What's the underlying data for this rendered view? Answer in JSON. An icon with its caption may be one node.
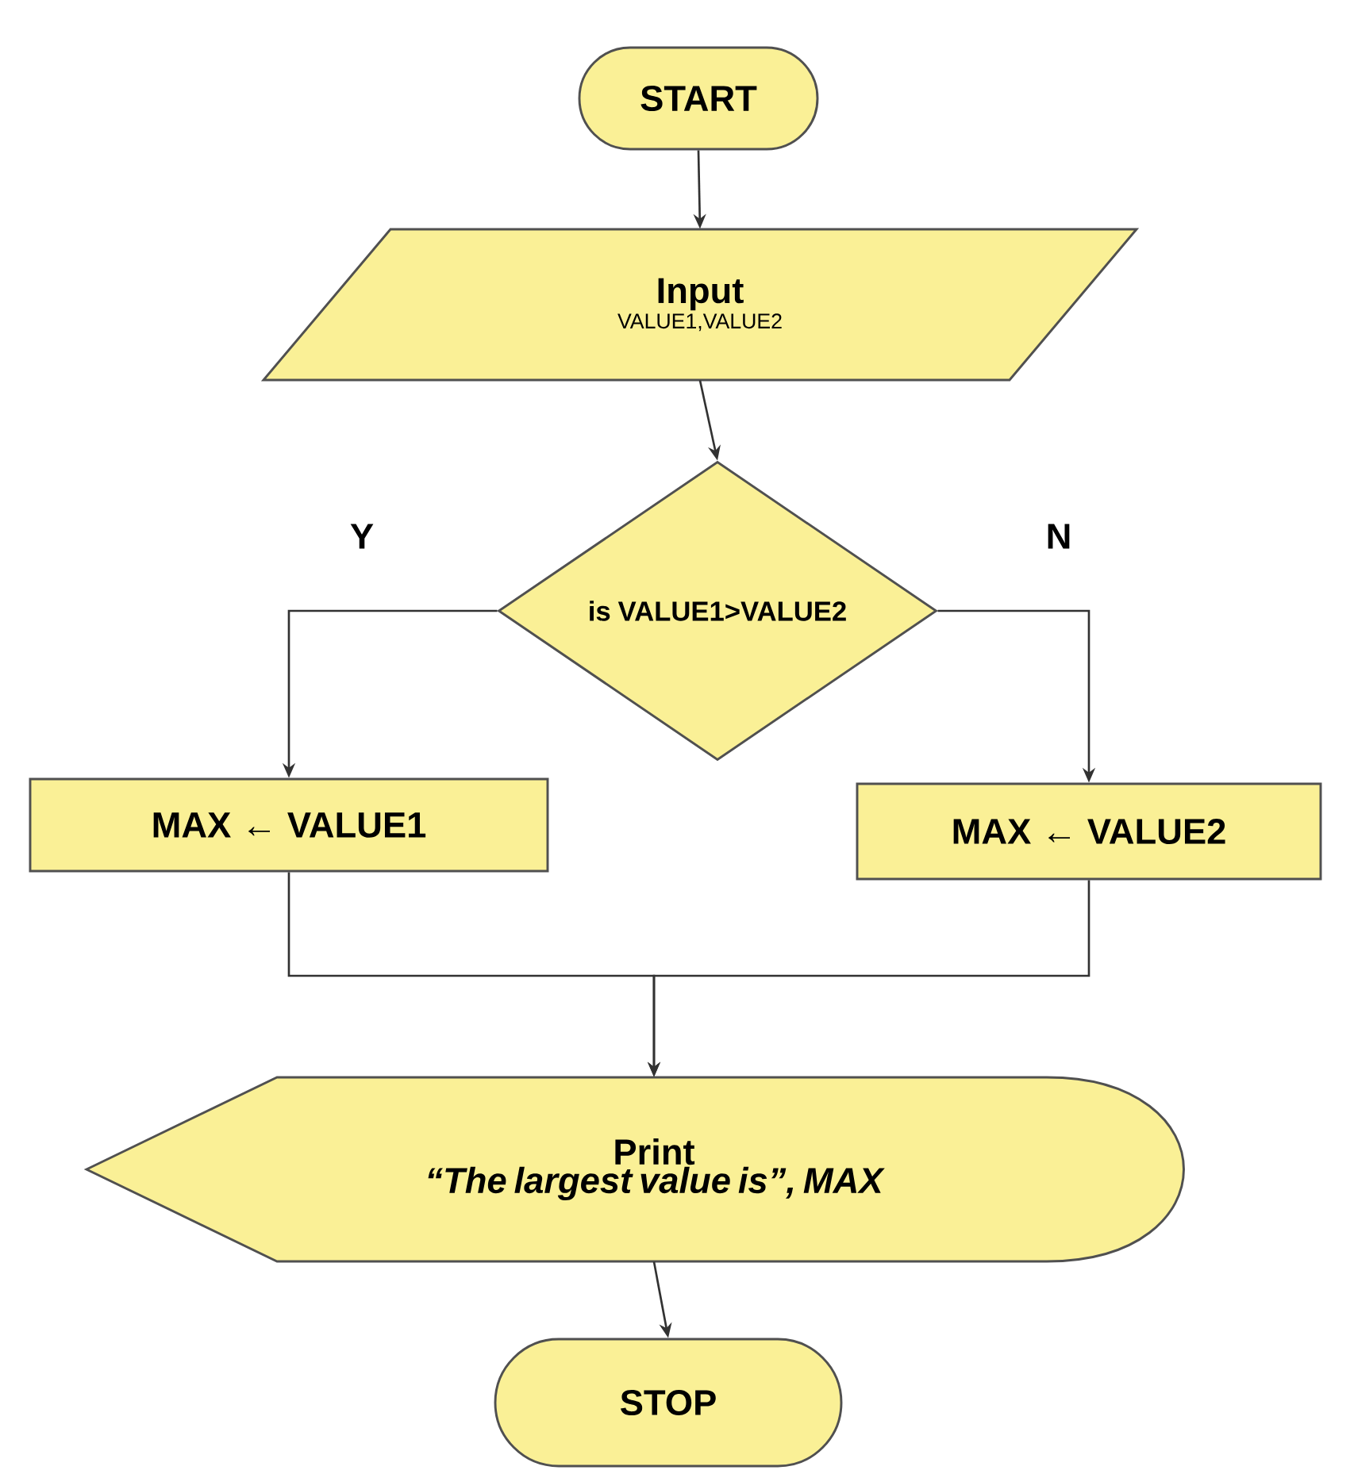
{
  "diagram": {
    "nodes": [
      {
        "text": [
          "START"
        ]
      },
      {
        "text": [
          "Input",
          "VALUE1,VALUE2"
        ]
      },
      {
        "text": [
          "is VALUE1>VALUE2"
        ]
      },
      {
        "text": [
          "MAX ← VALUE1"
        ]
      },
      {
        "text": [
          "MAX ← VALUE2"
        ]
      },
      {
        "text": [
          "Print",
          "“The largest value is”, MAX"
        ]
      },
      {
        "text": [
          "STOP"
        ]
      }
    ],
    "edges": [
      {
        "from": 0,
        "to": 1,
        "arrow": "to"
      },
      {
        "from": 1,
        "to": 2,
        "arrow": "to"
      },
      {
        "from": 2,
        "to": 3,
        "arrow": "to",
        "label": "Y"
      },
      {
        "from": 2,
        "to": 4,
        "arrow": "to",
        "label": "N"
      },
      {
        "from": 3,
        "to": 5,
        "arrow": "to"
      },
      {
        "from": 4,
        "to": 5,
        "arrow": "to"
      },
      {
        "from": 5,
        "to": 6,
        "arrow": "to"
      }
    ]
  }
}
